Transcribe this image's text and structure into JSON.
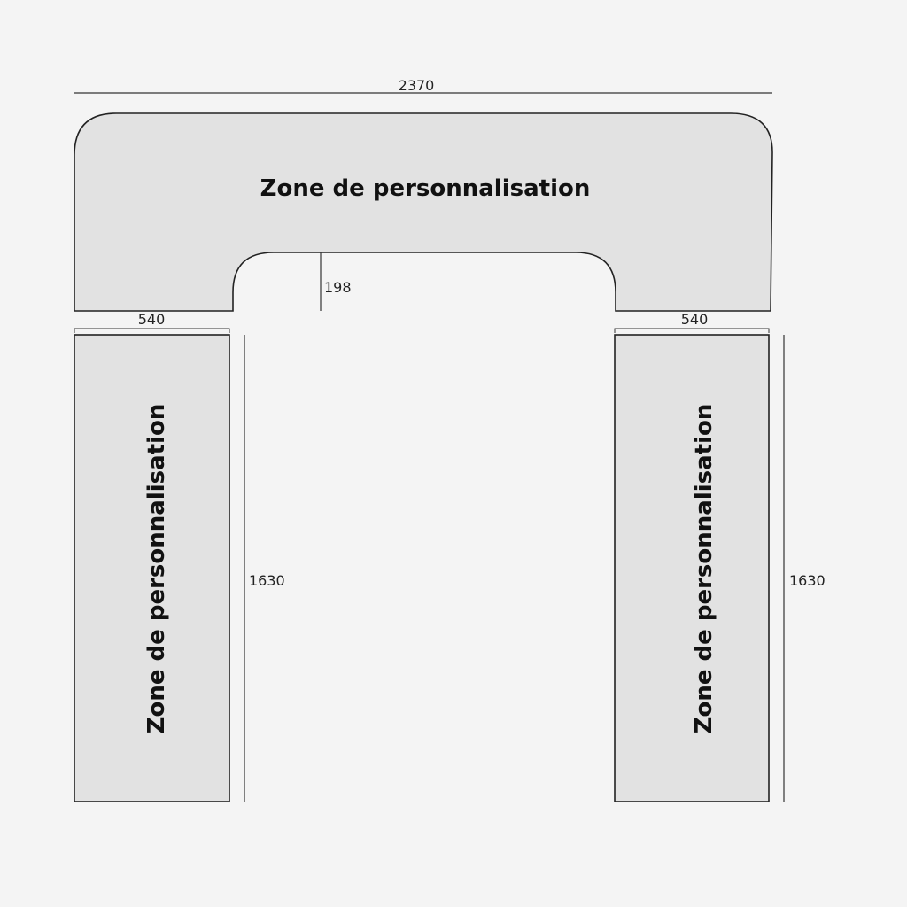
{
  "diagram": {
    "top_panel": {
      "label": "Zone de personnalisation",
      "width_dim": "2370",
      "inner_height_dim": "198"
    },
    "left_panel": {
      "label": "Zone de personnalisation",
      "width_dim": "540",
      "height_dim": "1630"
    },
    "right_panel": {
      "label": "Zone de personnalisation",
      "width_dim": "540",
      "height_dim": "1630"
    },
    "colors": {
      "background": "#f4f4f4",
      "panel_fill": "#e2e2e2",
      "outline": "#222222"
    }
  }
}
